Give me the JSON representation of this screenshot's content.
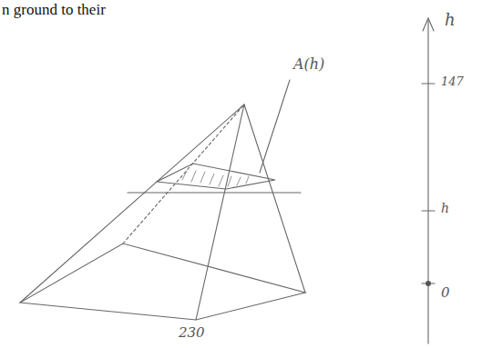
{
  "diagram": {
    "labels": [
      "n ground to their",
      "A(h)",
      "230",
      "h",
      "147",
      "h",
      "0"
    ]
  }
}
